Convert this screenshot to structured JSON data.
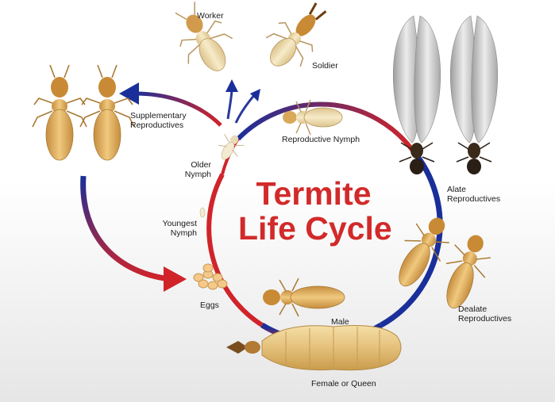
{
  "diagram": {
    "title_line1": "Termite",
    "title_line2": "Life Cycle",
    "labels": {
      "worker": "Worker",
      "soldier": "Soldier",
      "supplementary_1": "Supplementary",
      "supplementary_2": "Reproductives",
      "reproductive_nymph": "Reproductive Nymph",
      "older_nymph_1": "Older",
      "older_nymph_2": "Nymph",
      "alate_1": "Alate",
      "alate_2": "Reproductives",
      "youngest_nymph_1": "Youngest",
      "youngest_nymph_2": "Nymph",
      "eggs": "Eggs",
      "male": "Male",
      "dealate_1": "Dealate",
      "dealate_2": "Reproductives",
      "queen": "Female or Queen"
    },
    "colors": {
      "title": "#d22a2a",
      "arrow_red": "#d0242a",
      "arrow_blue": "#1a2f9a",
      "termite_body": "#d9a85a",
      "termite_head": "#c8892f",
      "wing": "#c9c9c9",
      "egg": "#f4c98a"
    },
    "icons": [
      "worker-termite-icon",
      "soldier-termite-icon",
      "alate-termite-icon",
      "queen-termite-icon"
    ]
  }
}
